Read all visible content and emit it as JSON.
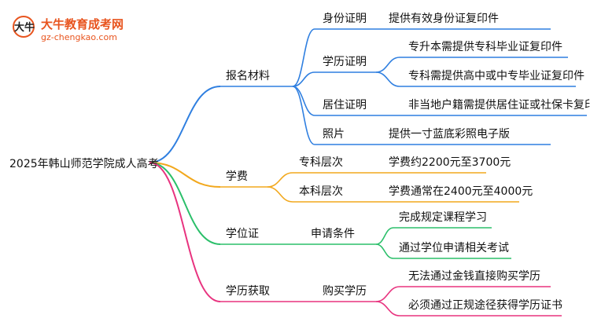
{
  "logo": {
    "title": "大牛教育成考网",
    "url": "gz-chengkao.com",
    "mark": "大牛"
  },
  "root": {
    "label": "2025年韩山师范学院成人高考"
  },
  "branches": [
    {
      "label": "报名材料",
      "color": "#2f7fe0",
      "items": [
        {
          "label": "身份证明",
          "leaves": [
            "提供有效身份证复印件"
          ]
        },
        {
          "label": "学历证明",
          "leaves": [
            "专升本需提供专科毕业证复印件",
            "专科需提供高中或中专毕业证复印件"
          ]
        },
        {
          "label": "居住证明",
          "leaves": [
            "非当地户籍需提供居住证或社保卡复印件"
          ]
        },
        {
          "label": "照片",
          "leaves": [
            "提供一寸蓝底彩照电子版"
          ]
        }
      ]
    },
    {
      "label": "学费",
      "color": "#f2a81d",
      "items": [
        {
          "label": "专科层次",
          "leaves": [
            "学费约2200元至3700元"
          ]
        },
        {
          "label": "本科层次",
          "leaves": [
            "学费通常在2400元至4000元"
          ]
        }
      ]
    },
    {
      "label": "学位证",
      "color": "#2bbf6a",
      "items": [
        {
          "label": "申请条件",
          "leaves": [
            "完成规定课程学习",
            "通过学位申请相关考试"
          ]
        }
      ]
    },
    {
      "label": "学历获取",
      "color": "#e8337f",
      "items": [
        {
          "label": "购买学历",
          "leaves": [
            "无法通过金钱直接购买学历",
            "必须通过正规途径获得学历证书"
          ]
        }
      ]
    }
  ]
}
